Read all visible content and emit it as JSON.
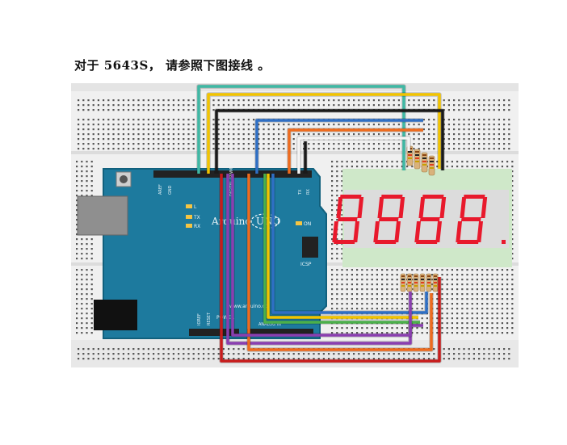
{
  "caption": "对于 5643S， 请参照下图接线 。",
  "board": {
    "brand_text": "Arduino",
    "model_text": "UNO",
    "on_label": "ON",
    "l_label": "L",
    "tx_label": "TX",
    "rx_label": "RX",
    "icsp_label": "ICSP",
    "url_text": "www.arduino.cc",
    "power_label": "POWER",
    "reset_label": "RESET",
    "ioref_label": "IOREF",
    "analog_label": "ANALOG IN",
    "digital_label": "DIGITAL (PWM~)",
    "aref_label": "AREF",
    "gnd_label": "GND",
    "tx_pin_label": "TX",
    "rx_pin_label": "RX"
  },
  "display": {
    "digits": 4,
    "digit_glyph": "8",
    "segment_color": "#e8192c"
  },
  "wire_colors": {
    "teal": "#3fb8a4",
    "yellow": "#f2c400",
    "black": "#1a1a1a",
    "blue": "#2f6fc4",
    "orange": "#ee6b1e",
    "white": "#f4f4f4",
    "purple": "#8a3fb0",
    "green": "#4bb04a",
    "red": "#c81c1c",
    "board": "#1d7a9e",
    "breadboard": "#f2f2f2"
  }
}
